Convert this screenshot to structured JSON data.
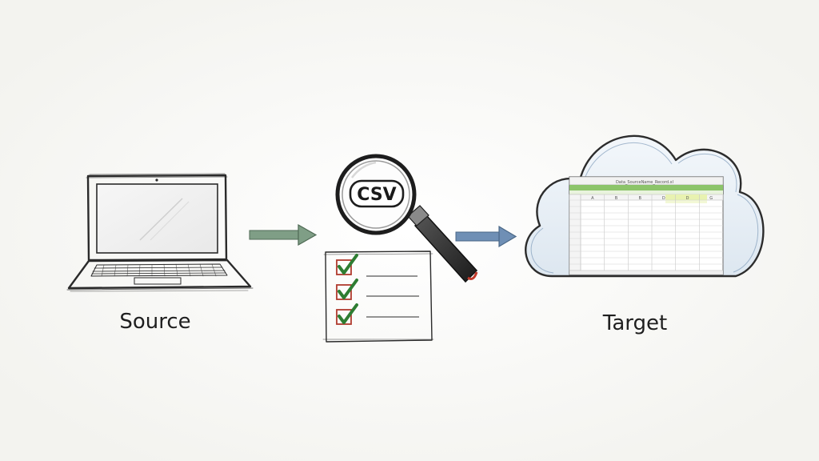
{
  "source": {
    "label": "Source",
    "icon": "laptop-icon"
  },
  "inspect": {
    "badge": "CSV",
    "icon": "magnifying-glass-icon",
    "checklist_icon": "checklist-icon"
  },
  "target": {
    "label": "Target",
    "icon": "cloud-icon",
    "sheet_title": "Data_SourceName_Record.xl",
    "sheet_columns": [
      "A",
      "B",
      "B",
      "D",
      "D",
      "G"
    ]
  },
  "colors": {
    "arrow_left": "#7f9e86",
    "arrow_right": "#6f8fb5",
    "check": "#2e7d32",
    "checkbox": "#b03a2e",
    "sheet_header": "#8cc46a",
    "sheet_col_highlight": "#e8f2b0",
    "cloud_fill": "#e6eef5"
  }
}
